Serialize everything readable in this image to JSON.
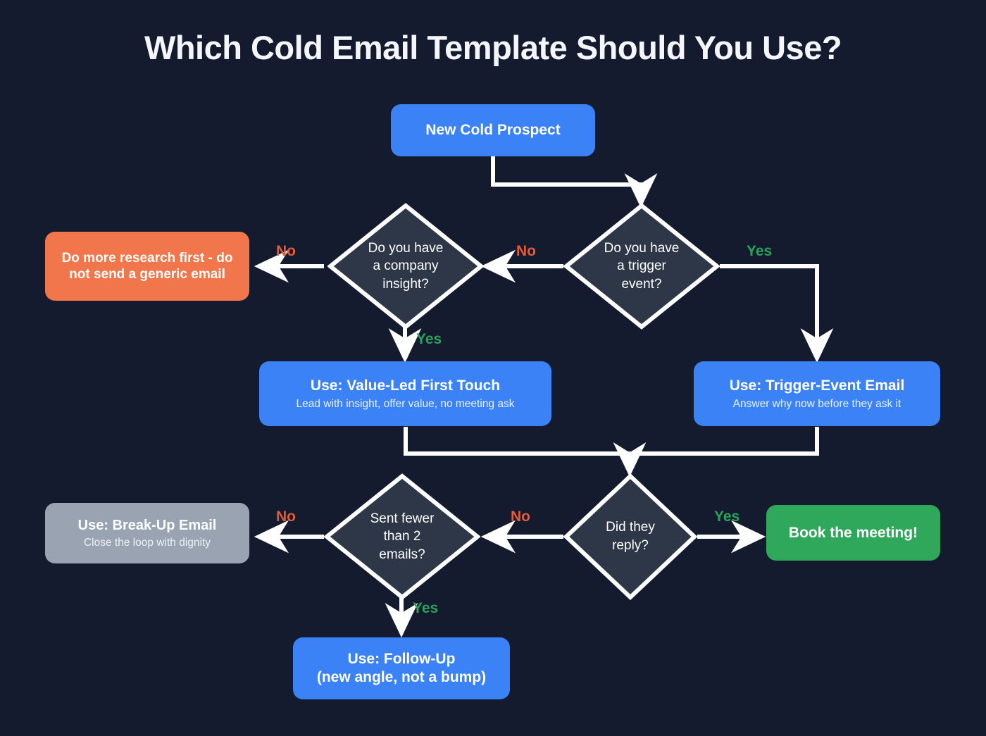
{
  "title": "Which Cold Email Template Should You Use?",
  "colors": {
    "background": "#141b2e",
    "start": "#3b82f6",
    "action": "#3b82f6",
    "warning": "#f2764b",
    "neutral": "#9aa3b2",
    "success": "#2fa85c",
    "diamond_fill": "#2d3748",
    "diamond_stroke": "#ffffff",
    "edge": "#ffffff",
    "label_no": "#e25c3a",
    "label_yes": "#2aa35a",
    "text": "#ffffff"
  },
  "nodes": {
    "start": {
      "label": "New Cold Prospect"
    },
    "trigger_question": {
      "label": "Do you have\na trigger\nevent?"
    },
    "insight_question": {
      "label": "Do you have\na company\ninsight?"
    },
    "research": {
      "label": "Do more research first - do not send a generic email"
    },
    "value_led": {
      "title": "Use: Value-Led First Touch",
      "sub": "Lead with insight, offer value, no meeting ask"
    },
    "trigger_event": {
      "title": "Use: Trigger-Event Email",
      "sub": "Answer why now before they ask it"
    },
    "reply_question": {
      "label": "Did they\nreply?"
    },
    "sent_question": {
      "label": "Sent fewer\nthan 2\nemails?"
    },
    "break_up": {
      "title": "Use: Break-Up Email",
      "sub": "Close the loop with dignity"
    },
    "book_meeting": {
      "label": "Book the meeting!"
    },
    "follow_up": {
      "title": "Use: Follow-Up",
      "sub": "(new angle, not a bump)"
    }
  },
  "edge_labels": {
    "trigger_no": "No",
    "trigger_yes": "Yes",
    "insight_no": "No",
    "insight_yes": "Yes",
    "reply_no": "No",
    "reply_yes": "Yes",
    "sent_no": "No",
    "sent_yes": "Yes"
  }
}
